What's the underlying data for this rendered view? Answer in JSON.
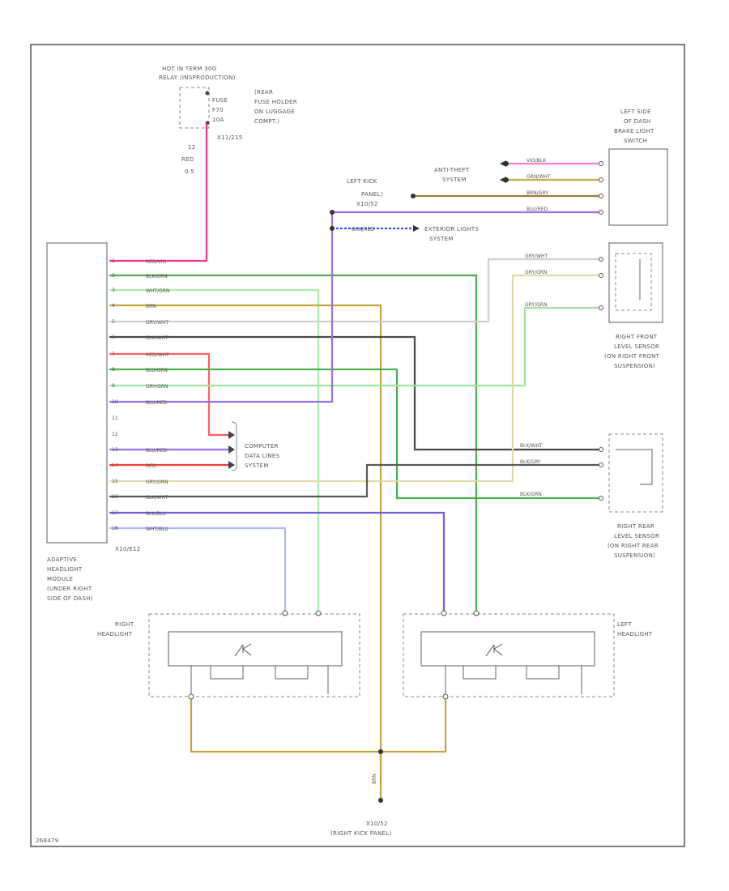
{
  "colors": {
    "red_pink": "#ff2d8e",
    "green": "#4caf50",
    "light_green": "#9fe59f",
    "yellow": "#d9b64f",
    "gray": "#9a9a9a",
    "black": "#3c3c3c",
    "red": "#ff3b3b",
    "violet": "#9e6ee6",
    "blue": "#2e52ff",
    "brown": "#a07a3c",
    "gold": "#c8a94b",
    "lightgray": "#d8d8d8"
  },
  "labels": {
    "hot_in_term": "HOT IN TERM 30G",
    "relay": "RELAY (INSPRODUCTION)",
    "fuse": "FUSE",
    "fuse_num": "F70",
    "fuse_amp": "10A",
    "rear_fuse_1": "(REAR",
    "rear_fuse_2": "FUSE HOLDER",
    "rear_fuse_3": "ON LUGGAGE",
    "rear_fuse_4": "COMPT.)",
    "fuse_conn": "X11/215",
    "wire_size": "12",
    "wire_color": "RED",
    "wire_gauge": "0.5",
    "left_kick_1": "LEFT KICK",
    "left_kick_2": "PANEL)",
    "left_kick_3": "X10/52",
    "anti_theft_1": "ANTI-THEFT",
    "anti_theft_2": "SYSTEM",
    "exterior_1": "EXTERIOR LIGHTS",
    "exterior_2": "SYSTEM",
    "brake_1": "LEFT SIDE",
    "brake_2": "OF DASH",
    "brake_3": "BRAKE LIGHT",
    "brake_4": "SWITCH",
    "rf_sensor_1": "RIGHT FRONT",
    "rf_sensor_2": "LEVEL SENSOR",
    "rf_sensor_3": "(ON RIGHT FRONT",
    "rf_sensor_4": "SUSPENSION)",
    "computer_1": "COMPUTER",
    "computer_2": "DATA LINES",
    "computer_3": "SYSTEM",
    "rr_sensor_1": "RIGHT REAR",
    "rr_sensor_2": "LEVEL SENSOR",
    "rr_sensor_3": "(ON RIGHT REAR",
    "rr_sensor_4": "SUSPENSION)",
    "module_conn": "X10/E12",
    "module_1": "ADAPTIVE",
    "module_2": "HEADLIGHT",
    "module_3": "MODULE",
    "module_4": "(UNDER RIGHT",
    "module_5": "SIDE OF DASH)",
    "right_hl_1": "RIGHT",
    "right_hl_2": "HEADLIGHT",
    "left_hl_1": "LEFT",
    "left_hl_2": "HEADLIGHT",
    "ground_1": "X10/52",
    "ground_2": "(RIGHT KICK PANEL)",
    "fig_id": "268479"
  },
  "module_pins": [
    "1",
    "2",
    "3",
    "4",
    "5",
    "6",
    "7",
    "8",
    "9",
    "10",
    "11",
    "12",
    "13",
    "14",
    "15",
    "16",
    "17",
    "18"
  ],
  "wire_labels": {
    "w1": "RED/VIO",
    "w2": "BLK/GRN",
    "w3": "WHT/GRN",
    "w4": "BRN",
    "w5": "GRY/WHT",
    "w6": "BLK/WHT",
    "w7": "RED/WHT",
    "w8": "BLU/GRN",
    "w9": "GRY/GRN",
    "w10": "BLU/RED",
    "w13": "BLU/RED",
    "w14": "RED",
    "w15": "GRY/GRN",
    "w16": "BLK/WHT",
    "w17": "BLK/BLU",
    "w18": "WHT/BLU",
    "bs1": "VIO/BLK",
    "bs2": "GRN/WHT",
    "bs3": "BRN/GRY",
    "bs4": "BLU/RED",
    "ext": "GRN/RED",
    "rf1": "GRY/WHT",
    "rf2": "GRY/GRN",
    "rf3": "GRY/GRN",
    "rr1": "BLK/WHT",
    "rr2": "BLK/GRY",
    "rr3": "BLK/GRN",
    "gnd": "BRN"
  }
}
